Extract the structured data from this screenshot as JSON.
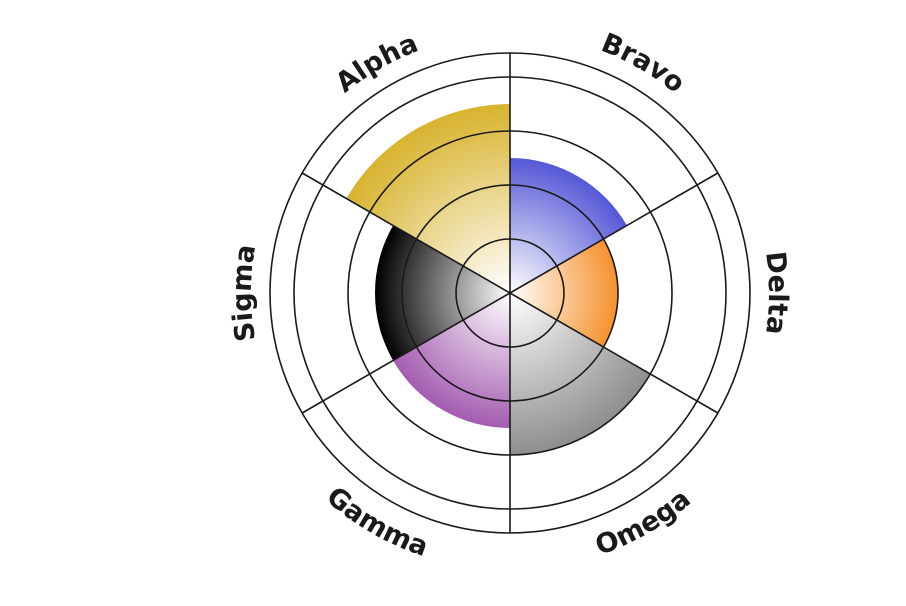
{
  "chart_data": {
    "type": "polar-area",
    "categories": [
      "Bravo",
      "Delta",
      "Omega",
      "Gamma",
      "Sigma",
      "Alpha"
    ],
    "values": [
      2.5,
      2,
      3,
      2.5,
      2.5,
      3.5
    ],
    "colors": [
      "#5558d6",
      "#f5922e",
      "#8e8e8e",
      "#a35cb0",
      "#000000",
      "#d8b32e"
    ],
    "rlim": [
      0,
      4
    ],
    "ring_count": 4,
    "grid": true,
    "legend": "none"
  }
}
